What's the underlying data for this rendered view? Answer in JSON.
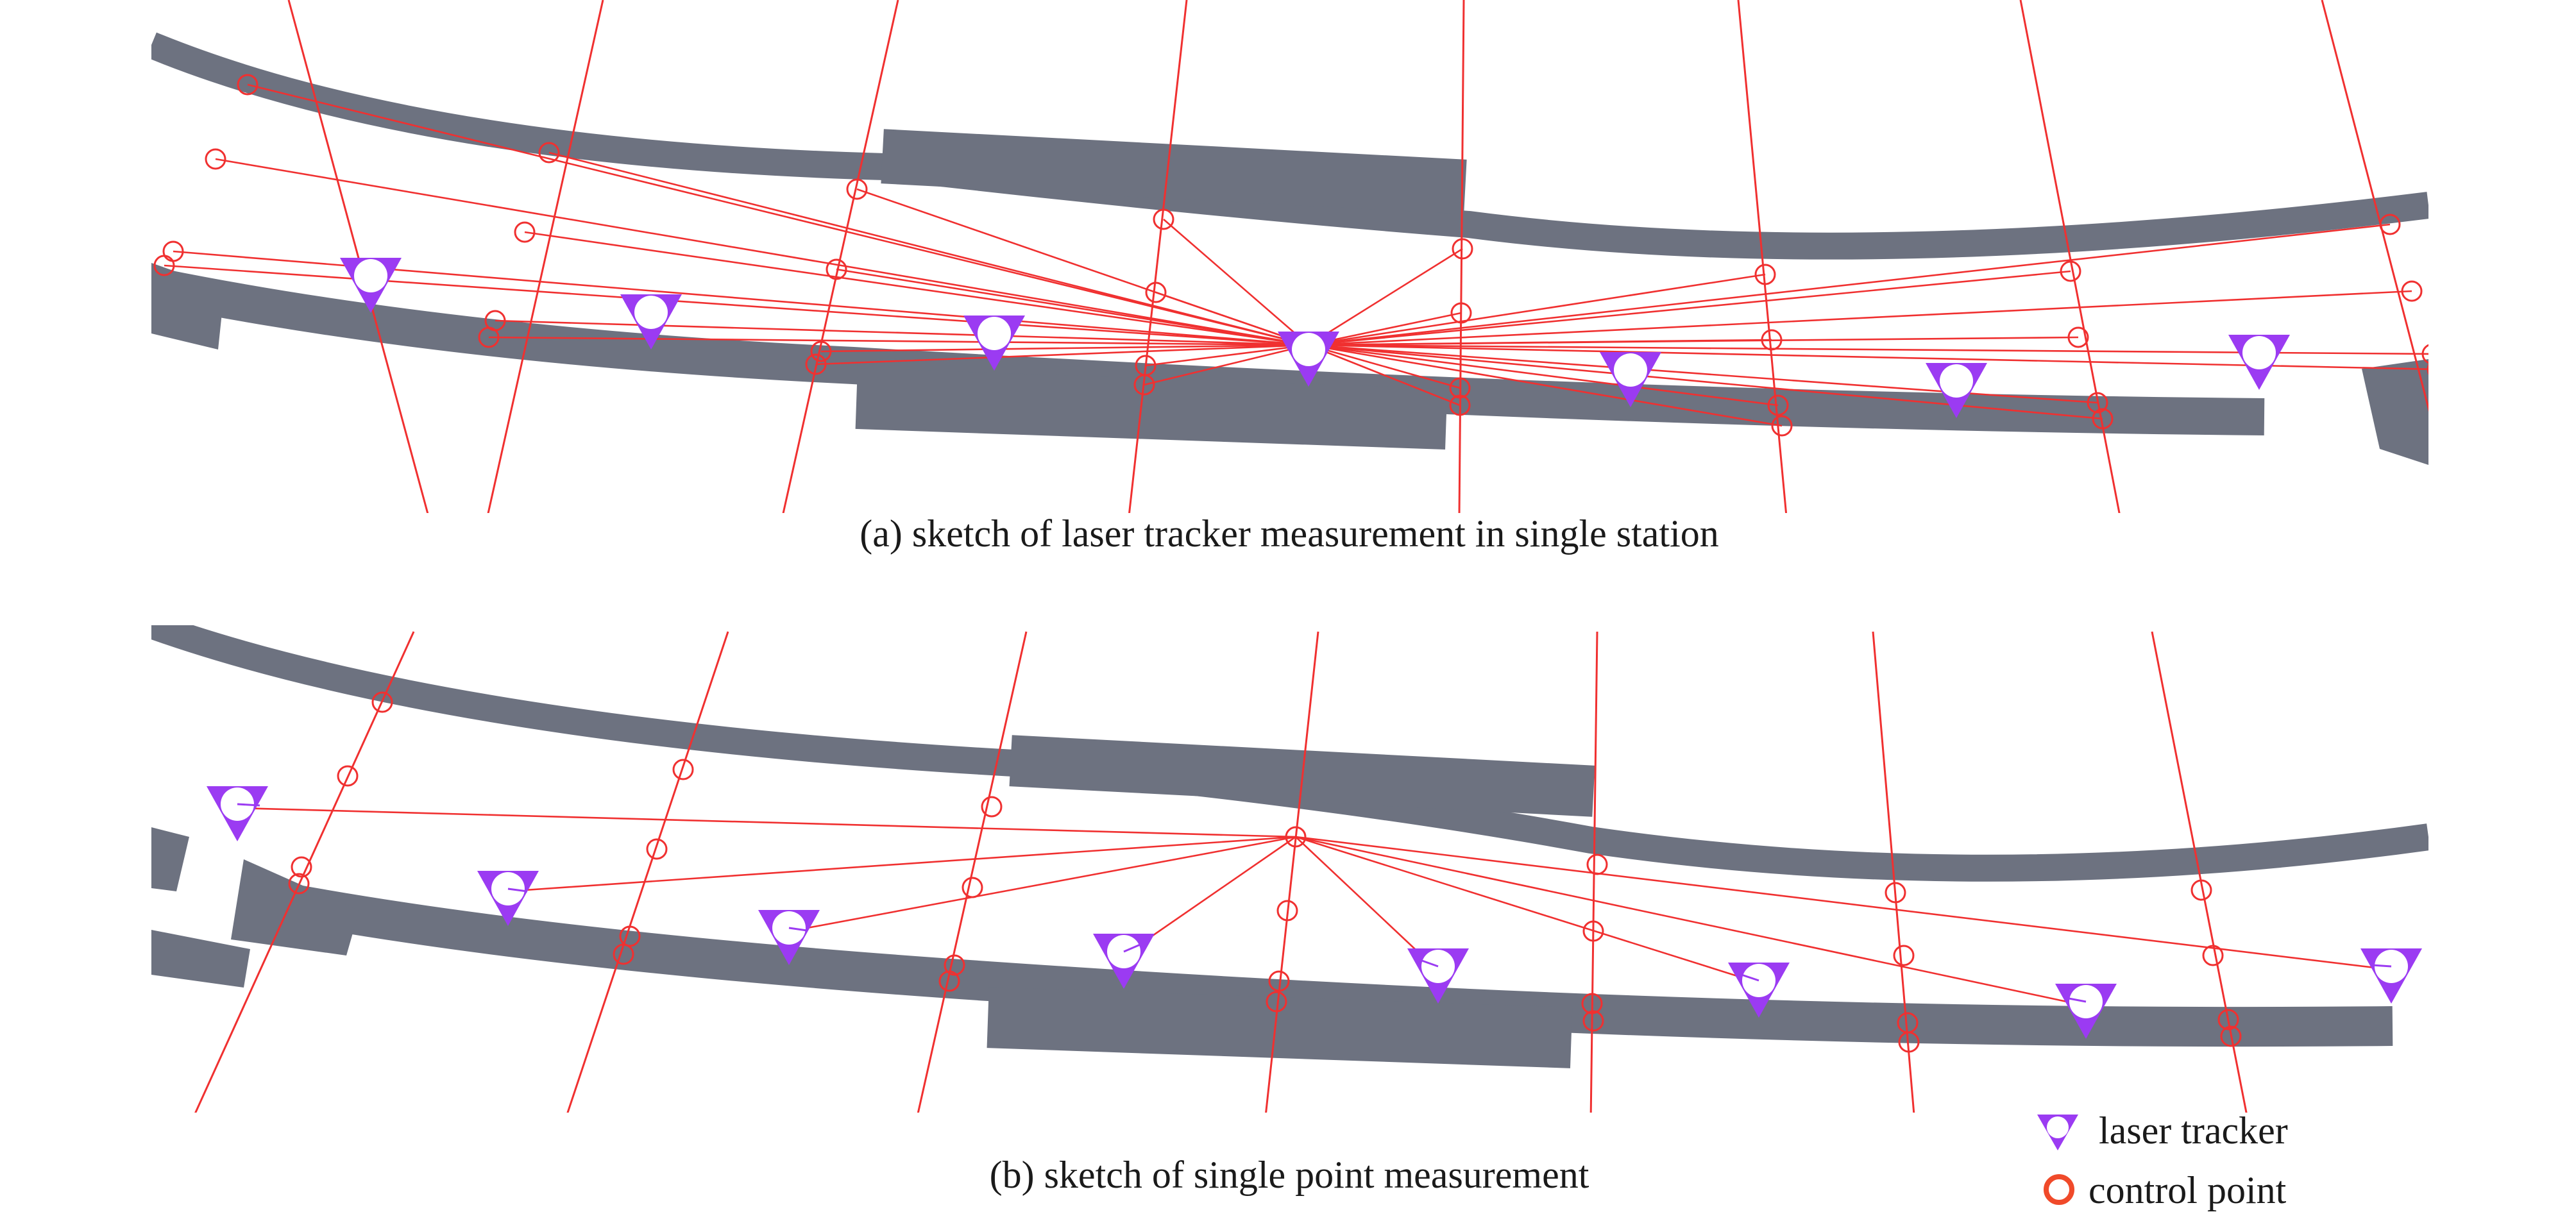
{
  "captions": {
    "a": "(a) sketch of laser tracker measurement in single station",
    "b": "(b) sketch of single point measurement"
  },
  "legend": {
    "tracker_label": "laser tracker",
    "control_label": "control point",
    "tracker_icon": "laser-tracker-icon",
    "control_icon": "control-point-icon"
  },
  "colors": {
    "wall": "#6d7280",
    "line": "#f03030",
    "tracker": "#9b3bf2",
    "background": "#ffffff"
  }
}
